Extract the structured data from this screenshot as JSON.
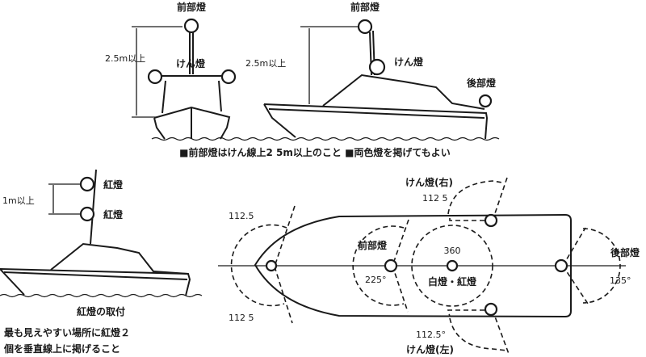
{
  "front_view": {
    "masthead_label": "前部燈",
    "height_label": "2.5m以上",
    "sidelight_label": "けん燈"
  },
  "side_view": {
    "masthead_label": "前部燈",
    "height_label": "2.5m以上",
    "sidelight_label": "けん燈",
    "stern_label": "後部燈"
  },
  "caption_top": "■前部燈はけん線上2 5m以上のこと ■両色燈を掲げてもよい",
  "red_lights": {
    "upper_label": "紅燈",
    "lower_label": "紅燈",
    "spacing_label": "1m以上",
    "title": "紅燈の取付",
    "note_line1": "最も見えやすい場所に紅燈２",
    "note_line2": "個を垂直線上に掲げること"
  },
  "plan_view": {
    "bow_upper_angle": "112.5",
    "bow_lower_angle": "112 5",
    "masthead_label": "前部燈",
    "masthead_angle": "225°",
    "allround_angle": "360",
    "allround_label": "白燈・紅燈",
    "starboard_label": "けん燈(右)",
    "starboard_angle": "112 5",
    "port_angle": "112.5°",
    "port_label": "けん燈(左)",
    "stern_label": "後部燈",
    "stern_angle": "135°"
  }
}
